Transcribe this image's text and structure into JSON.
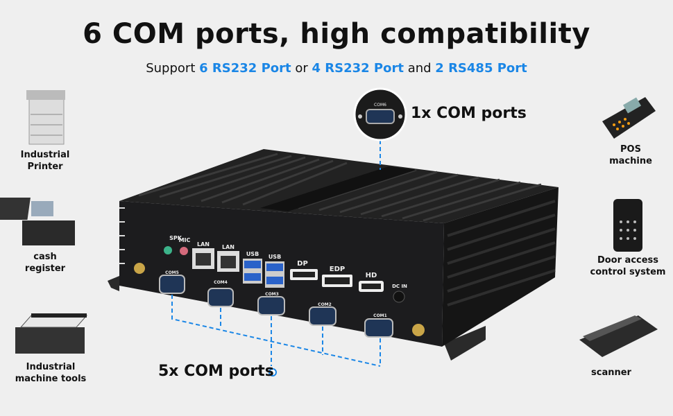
{
  "title": "6 COM ports, high compatibility",
  "subtitle": {
    "prefix": "Support ",
    "opt1": "6 RS232 Port",
    "or": " or ",
    "opt2": "4 RS232 Port",
    "and": " and ",
    "opt3": "2 RS485 Port"
  },
  "callouts": {
    "top": "1x COM ports",
    "bottom": "5x COM ports"
  },
  "left_devices": [
    {
      "label": "Industrial\nPrinter",
      "l1": "Industrial",
      "l2": "Printer"
    },
    {
      "l1": "cash",
      "l2": "register"
    },
    {
      "l1": "Industrial",
      "l2": "machine tools"
    }
  ],
  "right_devices": [
    {
      "l1": "POS",
      "l2": "machine"
    },
    {
      "l1": "Door access",
      "l2": "control system"
    },
    {
      "l1": "scanner",
      "l2": ""
    }
  ],
  "port_labels": {
    "spk": "SPK",
    "mic": "MIC",
    "lan1": "LAN",
    "lan2": "LAN",
    "usb1": "USB",
    "usb2": "USB",
    "dp": "DP",
    "edp": "EDP",
    "hd": "HD",
    "dcin": "DC IN",
    "com1": "COM1",
    "com2": "COM2",
    "com3": "COM3",
    "com4": "COM4",
    "com5": "COM5",
    "com6": "COM6"
  },
  "colors": {
    "accent": "#1a86e6",
    "device": "#1c1c1e"
  }
}
